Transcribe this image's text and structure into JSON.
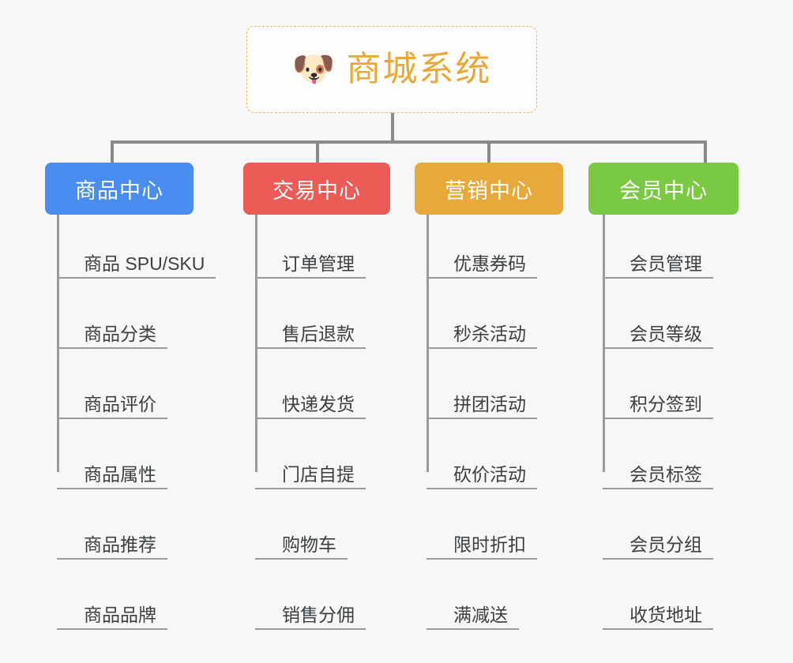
{
  "canvas": {
    "background": "#f7f7f7",
    "connector_color": "#8a8a8a",
    "leaf_line_color": "#9a9a9a",
    "leaf_text_color": "#3c4043"
  },
  "root": {
    "icon": "shiba-dog-face-emoji",
    "emoji": "🐶",
    "title": "商城系统",
    "title_color": "#e9a93a",
    "border_color": "#e8b960",
    "border_style": "dashed"
  },
  "categories": [
    {
      "label": "商品中心",
      "color": "#4a8df0",
      "items": [
        "商品 SPU/SKU",
        "商品分类",
        "商品评价",
        "商品属性",
        "商品推荐",
        "商品品牌"
      ]
    },
    {
      "label": "交易中心",
      "color": "#ec5b56",
      "items": [
        "订单管理",
        "售后退款",
        "快递发货",
        "门店自提",
        "购物车",
        "销售分佣"
      ]
    },
    {
      "label": "营销中心",
      "color": "#e9a93a",
      "items": [
        "优惠券码",
        "秒杀活动",
        "拼团活动",
        "砍价活动",
        "限时折扣",
        "满减送"
      ]
    },
    {
      "label": "会员中心",
      "color": "#7ac943",
      "items": [
        "会员管理",
        "会员等级",
        "积分签到",
        "会员标签",
        "会员分组",
        "收货地址"
      ]
    }
  ]
}
